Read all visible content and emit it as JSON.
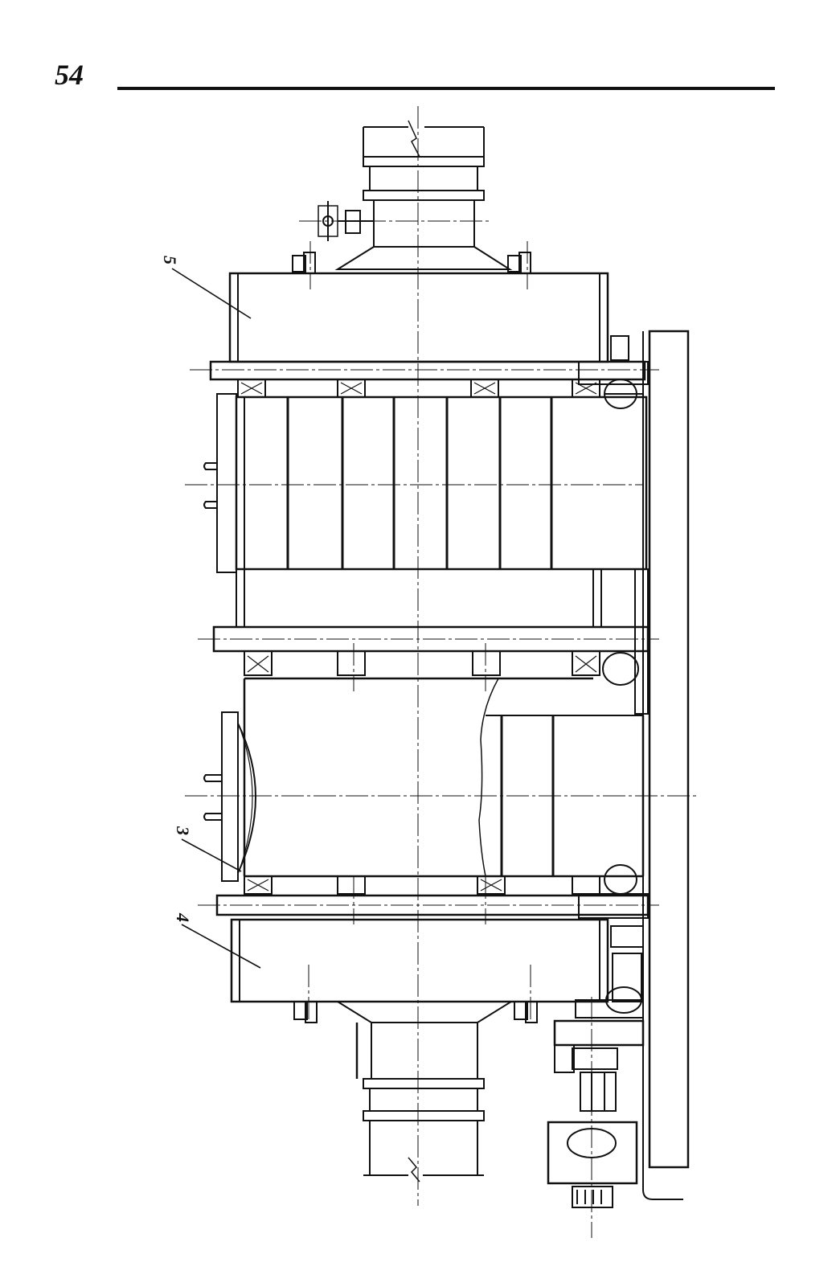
{
  "page": {
    "number": "54"
  },
  "figure": {
    "callouts": {
      "label_5": "5",
      "label_3": "3",
      "label_4": "4"
    }
  }
}
